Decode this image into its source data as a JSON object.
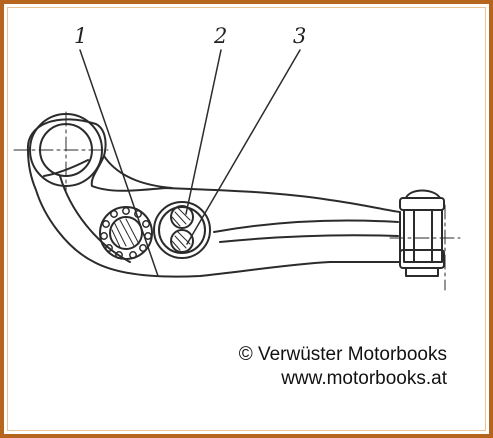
{
  "diagram": {
    "callouts": [
      {
        "id": "1",
        "label": "1"
      },
      {
        "id": "2",
        "label": "2"
      },
      {
        "id": "3",
        "label": "3"
      }
    ]
  },
  "credit": {
    "line1": "© Verwüster Motorbooks",
    "line2": "www.motorbooks.at"
  },
  "colors": {
    "frame": "#b5651d",
    "ink": "#222222"
  }
}
